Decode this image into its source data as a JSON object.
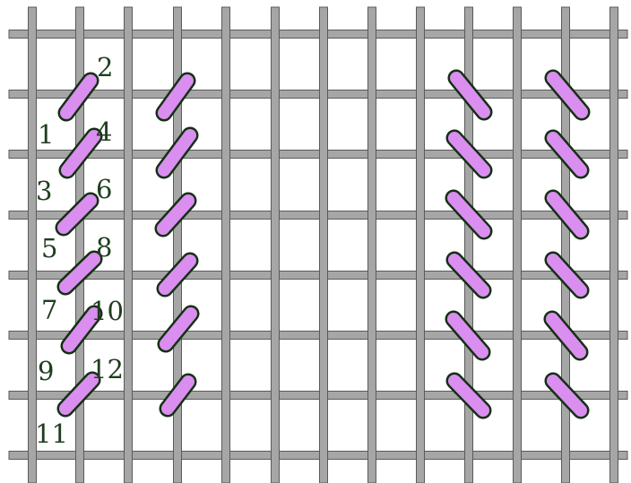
{
  "diagram": {
    "colors": {
      "background": "#ffffff",
      "thread_fill": "#a6a6a6",
      "thread_outline": "#5a5a5a",
      "stitch_fill": "#da8ef0",
      "stitch_outline": "#143014",
      "label_color": "#1f3d1f"
    },
    "stitch_numbers": [
      "1",
      "2",
      "3",
      "4",
      "5",
      "6",
      "7",
      "8",
      "9",
      "10",
      "11",
      "12"
    ]
  }
}
